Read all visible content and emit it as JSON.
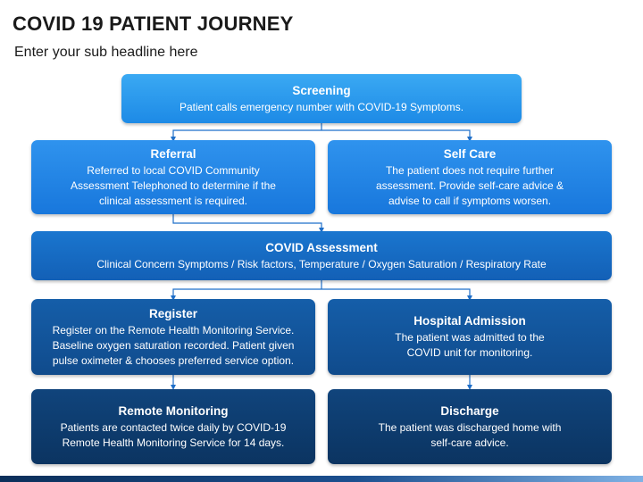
{
  "title": "COVID 19 PATIENT JOURNEY",
  "subtitle": "Enter your sub headline here",
  "boxes": {
    "screening": {
      "heading": "Screening",
      "text": "Patient calls emergency number with COVID-19 Symptoms."
    },
    "referral": {
      "heading": "Referral",
      "text": "Referred to local COVID Community Assessment Telephoned to determine if the clinical assessment is required."
    },
    "self_care": {
      "heading": "Self Care",
      "text": "The patient does not require further assessment. Provide self-care advice & advise to call if symptoms worsen."
    },
    "covid_assessment": {
      "heading": "COVID Assessment",
      "text": "Clinical Concern Symptoms / Risk factors, Temperature / Oxygen Saturation / Respiratory Rate"
    },
    "register": {
      "heading": "Register",
      "text": "Register on the Remote Health Monitoring Service. Baseline oxygen saturation recorded. Patient given pulse oximeter & chooses preferred service option."
    },
    "hospital_admission": {
      "heading": "Hospital Admission",
      "text": "The patient was admitted to the COVID unit for monitoring."
    },
    "remote_monitoring": {
      "heading": "Remote Monitoring",
      "text": "Patients are contacted twice daily by COVID-19 Remote Health Monitoring Service for 14 days."
    },
    "discharge": {
      "heading": "Discharge",
      "text": "The patient was discharged home with self-care advice."
    }
  },
  "colors": {
    "connector": "#1f6fc9",
    "title_text": "#1a1a1a"
  }
}
